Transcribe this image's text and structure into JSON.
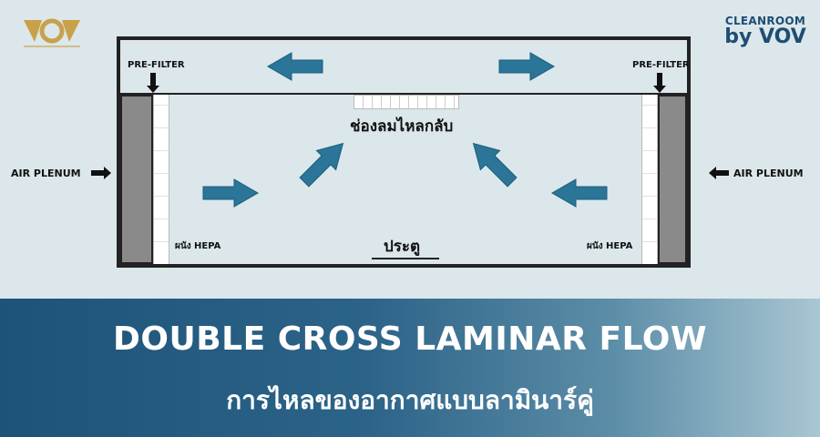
{
  "logos": {
    "brand_line1": "CLEANROOM",
    "brand_line2": "by VOV",
    "left_logo_icon": "vov-gold-logo-icon"
  },
  "labels": {
    "pre_filter_left": "PRE-FILTER",
    "pre_filter_right": "PRE-FILTER",
    "air_plenum_left": "AIR PLENUM",
    "air_plenum_right": "AIR PLENUM",
    "return_vent": "ช่องลมไหลกลับ",
    "hepa_left": "ผนัง HEPA",
    "hepa_right": "ผนัง HEPA",
    "door": "ประตู"
  },
  "banner": {
    "title": "DOUBLE CROSS LAMINAR FLOW",
    "subtitle": "การไหลของอากาศแบบลามินาร์คู่"
  },
  "colors": {
    "arrow": "#2a7598",
    "banner_dark": "#1e5378",
    "brand": "#1f4d73",
    "gold": "#c9a14a"
  }
}
